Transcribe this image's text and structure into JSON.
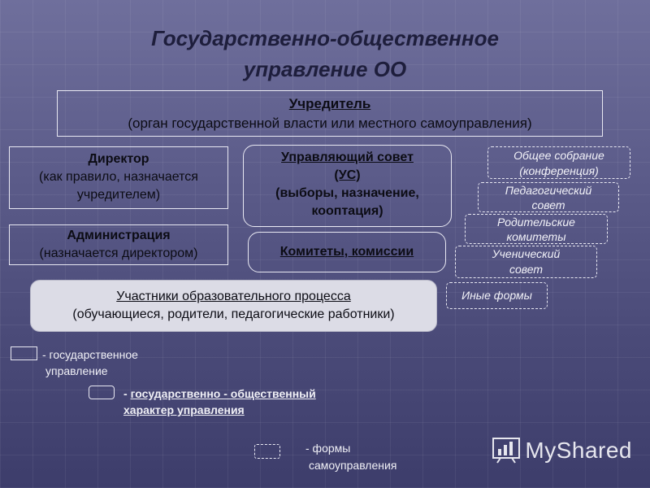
{
  "title": {
    "line1": "Государственно-общественное",
    "line2": "управление ОО"
  },
  "founder": {
    "name": "Учредитель",
    "note": "(орган государственной власти или местного самоуправления)"
  },
  "director": {
    "name": "Директор",
    "note1": "(как правило, назначается",
    "note2": "учредителем)"
  },
  "administration": {
    "name": "Администрация",
    "note": "(назначается директором)"
  },
  "governing_council": {
    "line1": "Управляющий совет",
    "line2": "(УС)",
    "line3": "(выборы, назначение,",
    "line4": "кооптация)"
  },
  "committees": {
    "label": "Комитеты, комиссии"
  },
  "participants": {
    "name": "Участники образовательного процесса",
    "note": "(обучающиеся, родители, педагогические работники)"
  },
  "self_government": [
    {
      "line1": "Общее собрание",
      "line2": "(конференция)"
    },
    {
      "line1": "Педагогический",
      "line2": "совет"
    },
    {
      "line1": "Родительские",
      "line2": "комитеты"
    },
    {
      "line1": "Ученический",
      "line2": "совет"
    },
    {
      "line1": "Иные формы",
      "line2": ""
    }
  ],
  "legend": {
    "state": {
      "line1": "- государственное",
      "line2": "управление"
    },
    "public": {
      "dash": "- ",
      "line1": "государственно - общественный",
      "line2": "характер управления"
    },
    "self": {
      "line1": "- формы",
      "line2": "самоуправления"
    }
  },
  "watermark": "MyShared"
}
